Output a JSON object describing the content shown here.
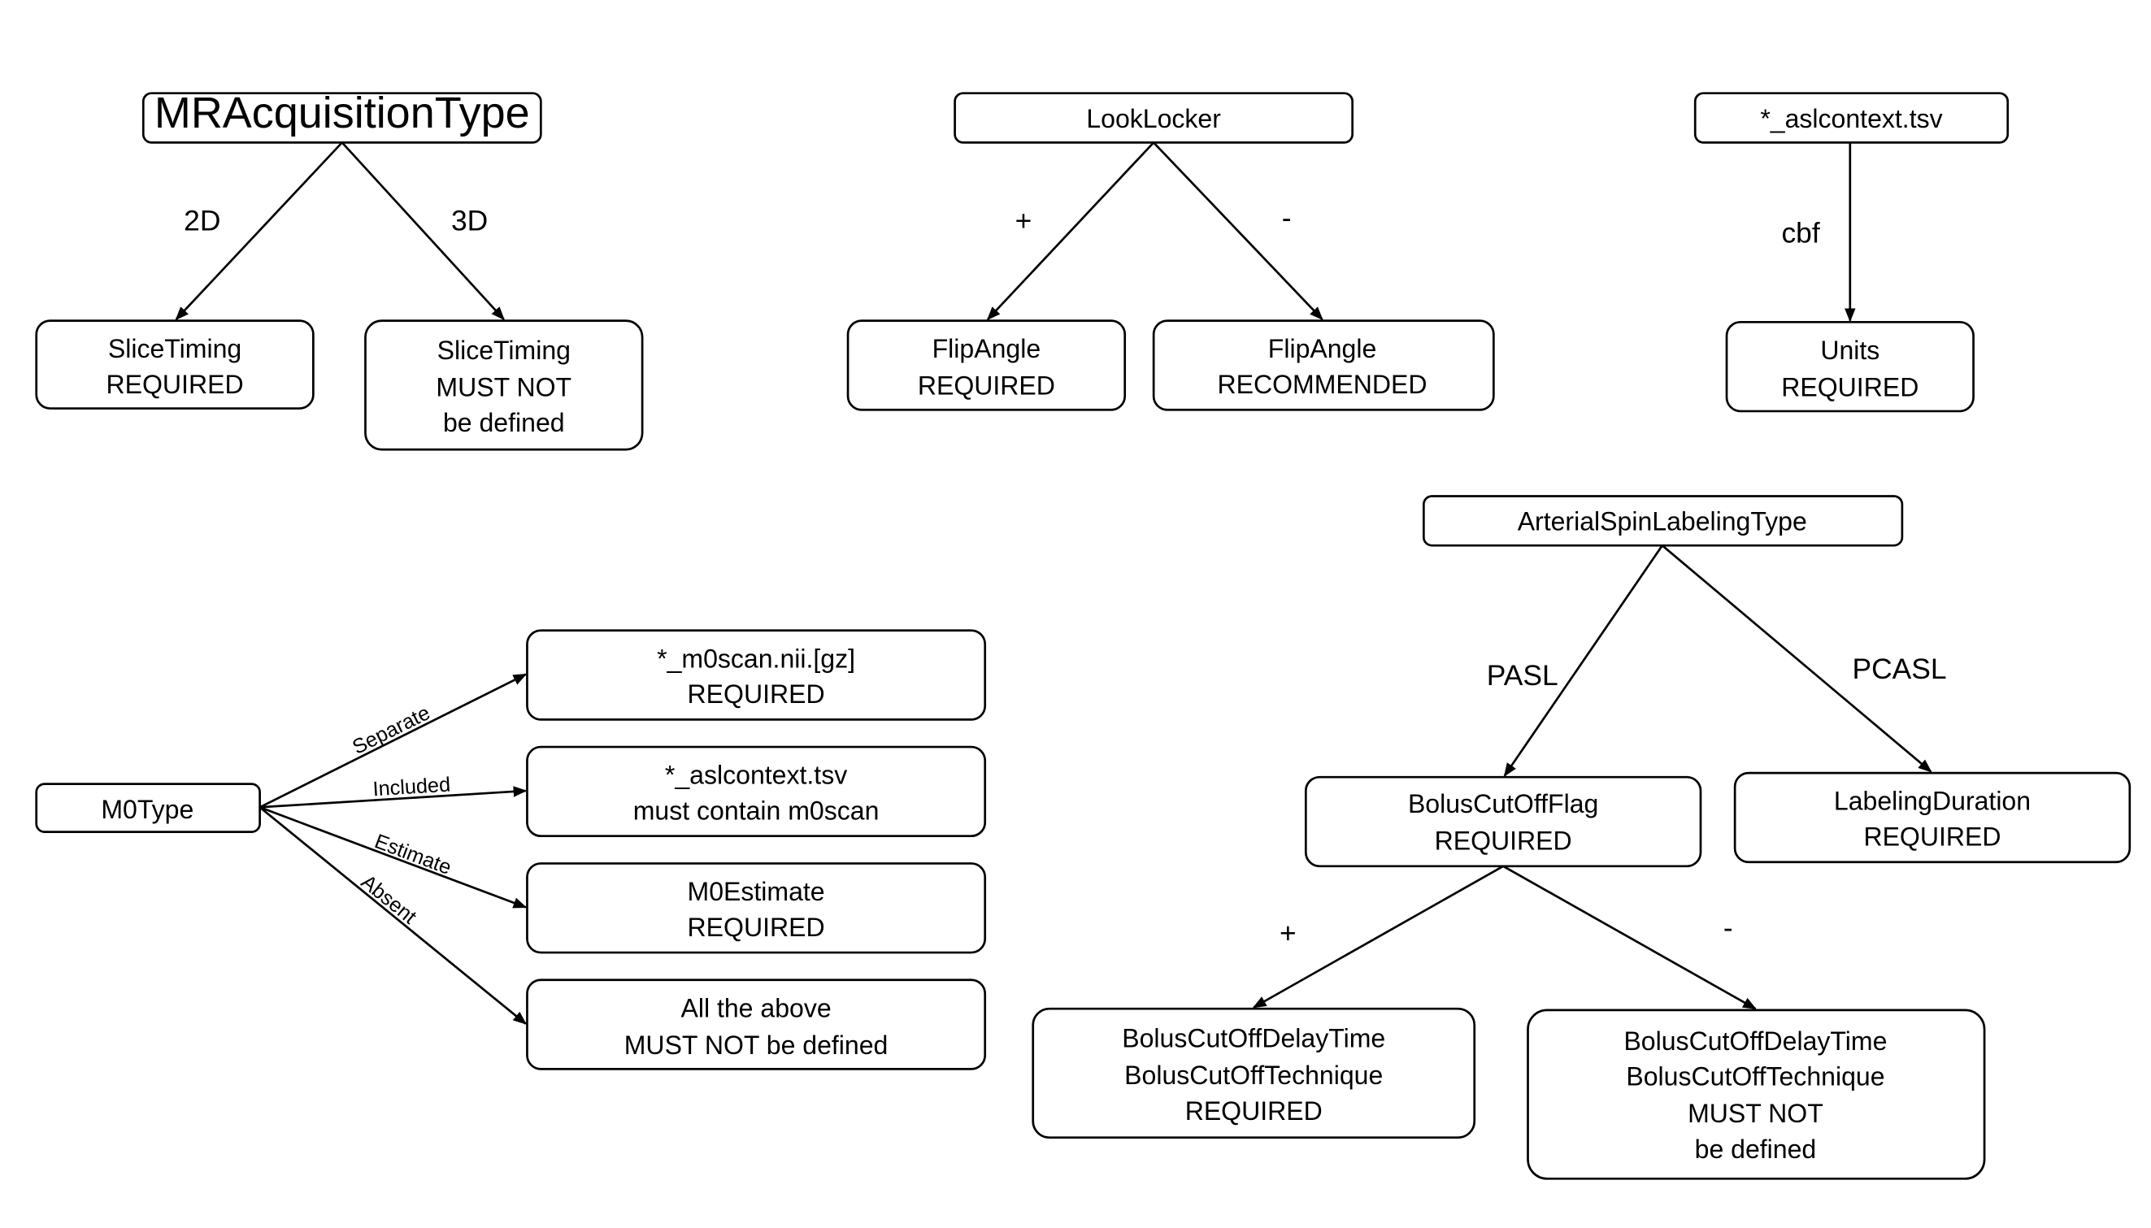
{
  "diagram": {
    "mracq": {
      "root": "MRAcquisitionType",
      "edge_2d": "2D",
      "edge_3d": "3D",
      "left_box": [
        "SliceTiming",
        "REQUIRED"
      ],
      "right_box": [
        "SliceTiming",
        "MUST NOT",
        "be defined"
      ]
    },
    "looklocker": {
      "root": "LookLocker",
      "edge_plus": "+",
      "edge_minus": "-",
      "left_box": [
        "FlipAngle",
        "REQUIRED"
      ],
      "right_box": [
        "FlipAngle",
        "RECOMMENDED"
      ]
    },
    "aslcontext": {
      "root": "*_aslcontext.tsv",
      "edge": "cbf",
      "box": [
        "Units",
        "REQUIRED"
      ]
    },
    "m0type": {
      "root": "M0Type",
      "edges": [
        "Separate",
        "Included",
        "Estimate",
        "Absent"
      ],
      "boxes": [
        [
          "*_m0scan.nii.[gz]",
          "REQUIRED"
        ],
        [
          "*_aslcontext.tsv",
          "must contain m0scan"
        ],
        [
          "M0Estimate",
          "REQUIRED"
        ],
        [
          "All the above",
          "MUST NOT be defined"
        ]
      ]
    },
    "asltype": {
      "root": "ArterialSpinLabelingType",
      "edge_pasl": "PASL",
      "edge_pcasl": "PCASL",
      "bolus_box": [
        "BolusCutOffFlag",
        "REQUIRED"
      ],
      "labeling_box": [
        "LabelingDuration",
        "REQUIRED"
      ],
      "edge_plus": "+",
      "edge_minus": "-",
      "plus_box": [
        "BolusCutOffDelayTime",
        "BolusCutOffTechnique",
        "REQUIRED"
      ],
      "minus_box": [
        "BolusCutOffDelayTime",
        "BolusCutOffTechnique",
        "MUST NOT",
        "be defined"
      ]
    }
  }
}
